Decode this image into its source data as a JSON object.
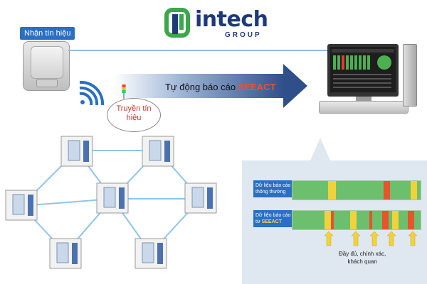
{
  "logo": {
    "text": "intech",
    "group": "GROUP",
    "colors": {
      "green": "#3aa84a",
      "blue": "#1f3a7a"
    }
  },
  "receiver_label": "Nhận tín hiệu",
  "arrow": {
    "text_prefix": "Tự động báo cáo ",
    "text_brand": "SEEACT"
  },
  "bubble": {
    "line1": "Truyền tín",
    "line2": "hiệu"
  },
  "panel": {
    "row1_label": "Dữ liệu báo cáo thông thường",
    "row2_label_prefix": "Dữ liệu báo cáo từ ",
    "row2_label_brand": "SEEACT",
    "conclusion_line1": "Đầy đủ, chính xác,",
    "conclusion_line2": "khách quan",
    "colors": {
      "ok": "#6cbf6c",
      "warn": "#f2d23a",
      "alarm": "#e8532a"
    },
    "row1_marks": [
      {
        "type": "warn",
        "pos": 0.28,
        "width": 0.06
      },
      {
        "type": "alarm",
        "pos": 0.71,
        "width": 0.05
      },
      {
        "type": "warn",
        "pos": 0.92,
        "width": 0.05
      }
    ],
    "row2_marks": [
      {
        "type": "warn",
        "pos": 0.25,
        "width": 0.05
      },
      {
        "type": "alarm",
        "pos": 0.3,
        "width": 0.02
      },
      {
        "type": "warn",
        "pos": 0.45,
        "width": 0.05
      },
      {
        "type": "alarm",
        "pos": 0.6,
        "width": 0.02
      },
      {
        "type": "alarm",
        "pos": 0.7,
        "width": 0.05
      },
      {
        "type": "warn",
        "pos": 0.78,
        "width": 0.05
      },
      {
        "type": "alarm",
        "pos": 0.9,
        "width": 0.05
      }
    ]
  },
  "icons": [
    "receiver-device",
    "wifi-icon",
    "signal-tower-icon",
    "monitor-icon",
    "keyboard-icon",
    "pc-tower-icon",
    "chamber-icon"
  ]
}
